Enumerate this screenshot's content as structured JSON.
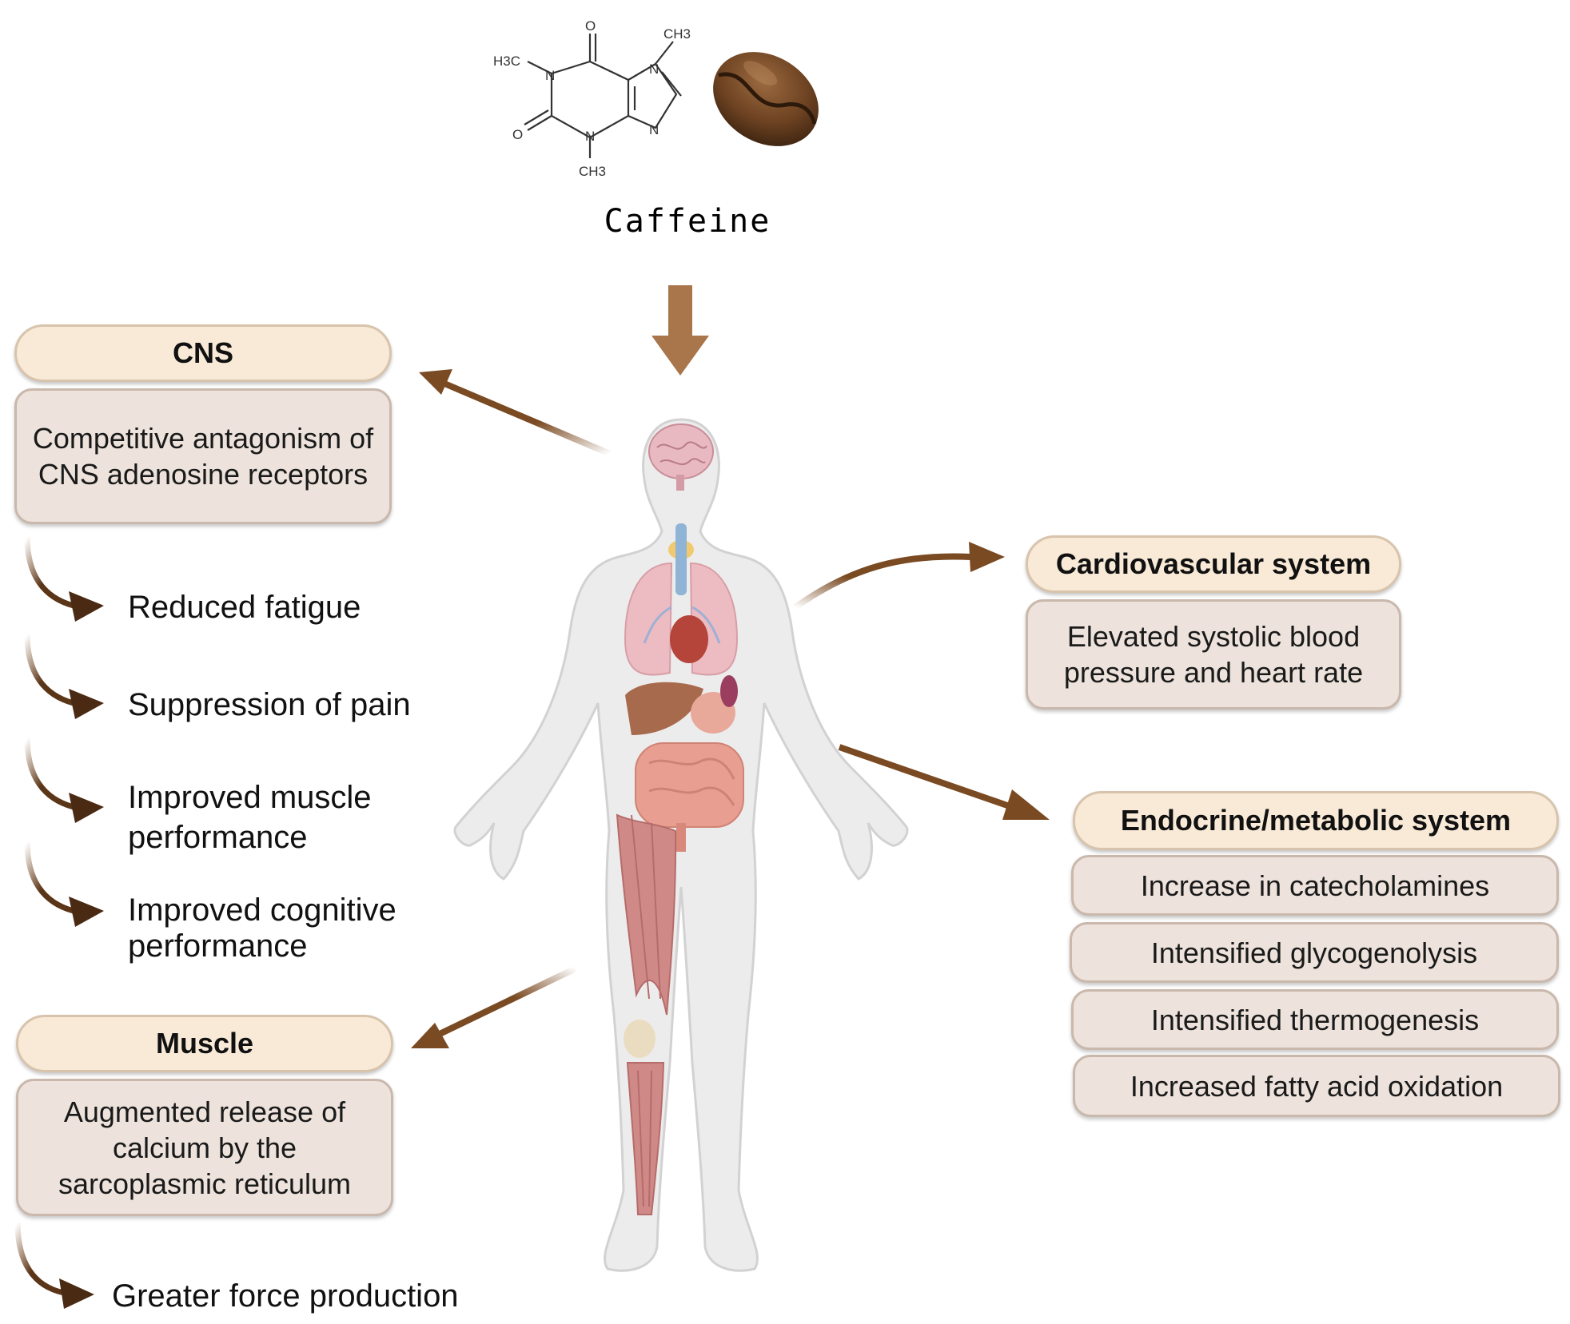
{
  "caffeine": {
    "label": "Caffeine",
    "atoms": {
      "o_top": "O",
      "o_left": "O",
      "n1": "N",
      "n3": "N",
      "n7": "N",
      "n9": "N",
      "ch3_left": "H3C",
      "ch3_top": "CH3",
      "ch3_bottom": "CH3"
    }
  },
  "cns": {
    "title": "CNS",
    "description": "Competitive antagonism of CNS adenosine receptors",
    "effects": [
      "Reduced fatigue",
      "Suppression of pain",
      "Improved muscle performance",
      "Improved cognitive performance"
    ]
  },
  "muscle": {
    "title": "Muscle",
    "description": "Augmented release of calcium by the sarcoplasmic reticulum",
    "effects": [
      "Greater force production"
    ]
  },
  "cardiovascular": {
    "title": "Cardiovascular system",
    "description": "Elevated systolic blood pressure and heart rate"
  },
  "endocrine": {
    "title": "Endocrine/metabolic system",
    "items": [
      "Increase in catecholamines",
      "Intensified glycogenolysis",
      "Intensified thermogenesis",
      "Increased fatty acid oxidation"
    ]
  },
  "colors": {
    "arrow": "#7a4a22",
    "main_arrow": "#a9754b",
    "header_fill": "#f8ead7",
    "body_fill": "#ede3dc"
  }
}
